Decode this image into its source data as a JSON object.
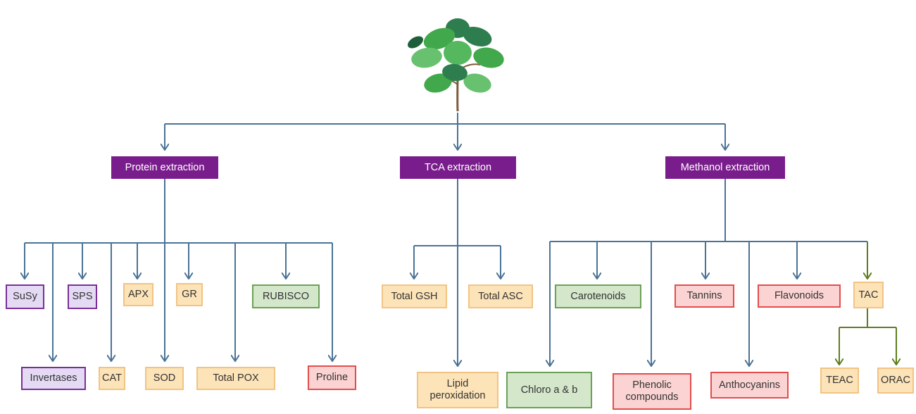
{
  "extractions": {
    "protein": "Protein extraction",
    "tca": "TCA extraction",
    "methanol": "Methanol extraction"
  },
  "assays": {
    "susy": "SuSy",
    "sps": "SPS",
    "apx": "APX",
    "gr": "GR",
    "rubisco": "RUBISCO",
    "invertases": "Invertases",
    "cat": "CAT",
    "sod": "SOD",
    "total_pox": "Total POX",
    "proline": "Proline",
    "total_gsh": "Total GSH",
    "total_asc": "Total ASC",
    "lipid_peroxidation": "Lipid peroxidation",
    "carotenoids": "Carotenoids",
    "tannins": "Tannins",
    "flavonoids": "Flavonoids",
    "tac": "TAC",
    "chloro": "Chloro a & b",
    "phenolic": "Phenolic compounds",
    "anthocyanins": "Anthocyanins",
    "teac": "TEAC",
    "orac": "ORAC"
  },
  "colors": {
    "header": "#7a1d8c",
    "connector": "#4a7396",
    "connector_tac": "#5e7d1e",
    "purple_border": "#7a2f97",
    "orange_border": "#f2c384",
    "green_border": "#6ba057",
    "red_border": "#e44c4c"
  },
  "icon": "plant-icon"
}
